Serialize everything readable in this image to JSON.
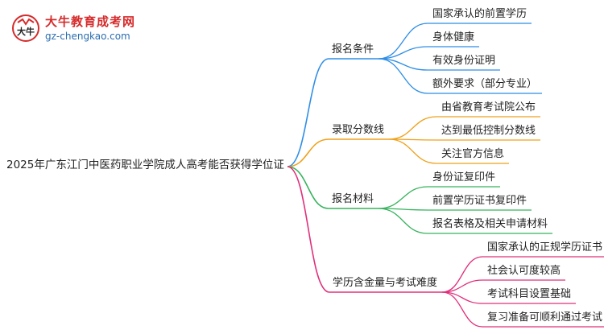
{
  "logo": {
    "title": "大牛教育成考网",
    "subtitle": "gz-chengkao.com",
    "mark_text": "大牛"
  },
  "root": "2025年广东江门中医药职业学院成人高考能否获得学位证",
  "branches": [
    {
      "label": "报名条件",
      "color": "#2f8ee6",
      "items": [
        "国家承认的前置学历",
        "身体健康",
        "有效身份证明",
        "额外要求（部分专业）"
      ]
    },
    {
      "label": "录取分数线",
      "color": "#efa11b",
      "items": [
        "由省教育考试院公布",
        "达到最低控制分数线",
        "关注官方信息"
      ]
    },
    {
      "label": "报名材料",
      "color": "#36b35c",
      "items": [
        "身份证复印件",
        "前置学历证书复印件",
        "报名表格及相关申请材料"
      ]
    },
    {
      "label": "学历含金量与考试难度",
      "color": "#e0307a",
      "items": [
        "国家承认的正规学历证书",
        "社会认可度较高",
        "考试科目设置基础",
        "复习准备可顺利通过考试"
      ]
    }
  ]
}
